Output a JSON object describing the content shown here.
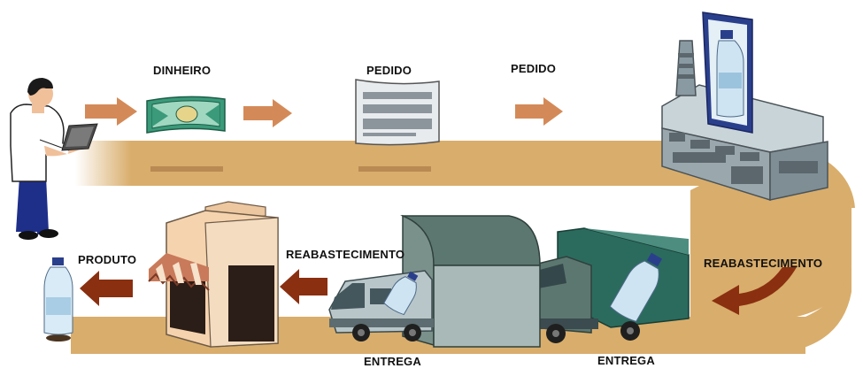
{
  "labels": {
    "money": "DINHEIRO",
    "order_1": "PEDIDO",
    "order_2": "PEDIDO",
    "product": "PRODUTO",
    "restock_1": "REABASTECIMENTO",
    "restock_2": "REABASTECIMENTO",
    "delivery_1": "ENTREGA",
    "delivery_2": "ENTREGA"
  },
  "colors": {
    "road": "#d9ad6b",
    "arrow_light": "#d48a58",
    "arrow_dark": "#8a2f10",
    "teal": "#2b6b5e",
    "depot_roof": "#5c7770",
    "depot_wall": "#a9b9b7",
    "store_wall": "#f5d3ae",
    "factory": "#a9b7bd"
  },
  "icons": [
    "person-icon",
    "tablet-icon",
    "banknote-icon",
    "document-icon",
    "factory-icon",
    "bottle-icon",
    "store-icon",
    "depot-icon",
    "truck-icon",
    "van-icon"
  ]
}
